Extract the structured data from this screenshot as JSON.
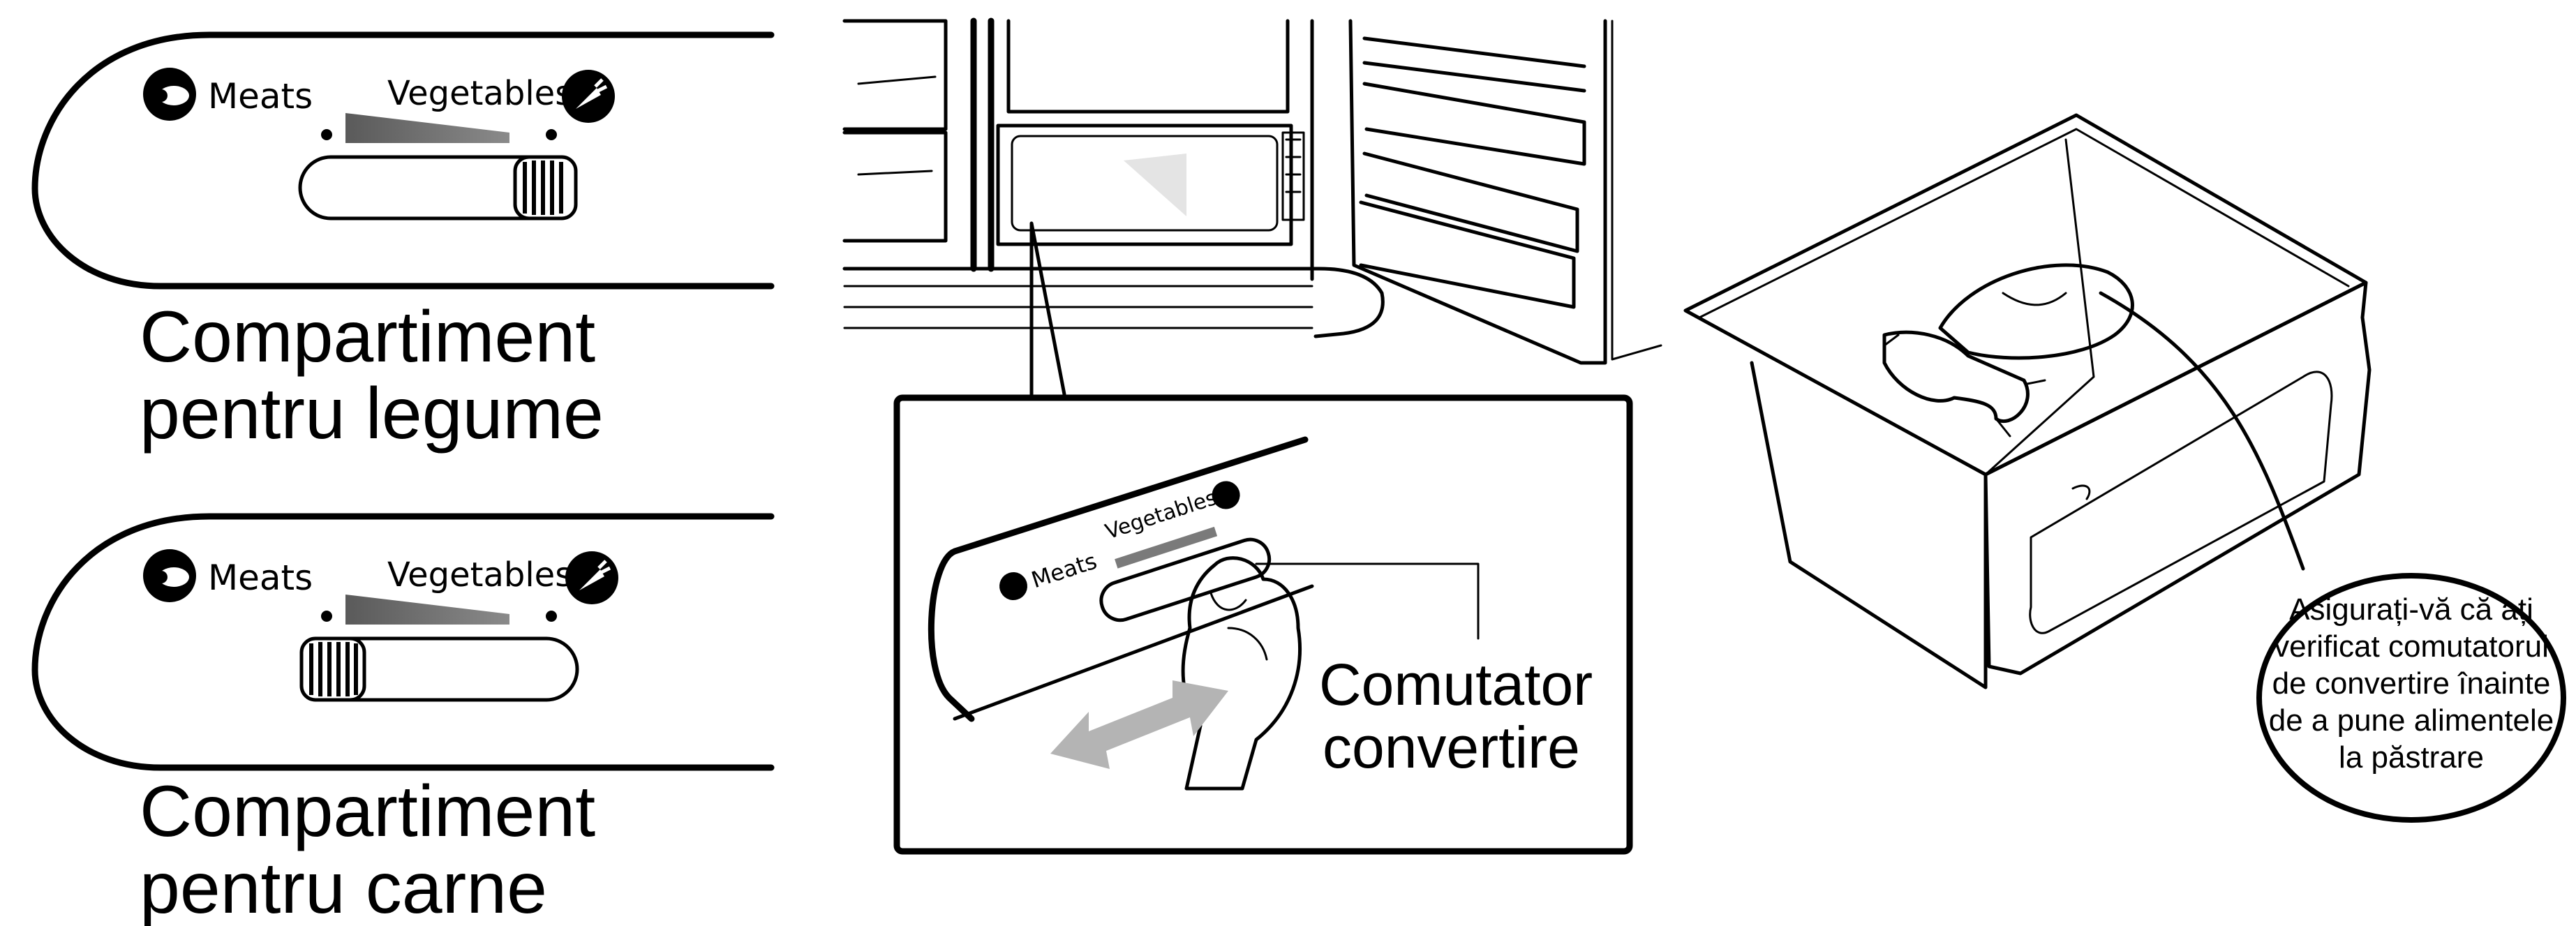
{
  "panels": [
    {
      "meats_label": "Meats",
      "vegetables_label": "Vegetables",
      "caption_line1": "Compartiment",
      "caption_line2": "pentru legume",
      "switch_position": "right"
    },
    {
      "meats_label": "Meats",
      "vegetables_label": "Vegetables",
      "caption_line1": "Compartiment",
      "caption_line2": "pentru carne",
      "switch_position": "left"
    }
  ],
  "closeup": {
    "meats_label": "Meats",
    "vegetables_label": "Vegetables",
    "callout_line1": "Comutator",
    "callout_line2": "convertire"
  },
  "bubble": {
    "lines": [
      "Asigurați-vă că ați",
      "verificat comutatorul",
      "de convertire înainte",
      "de a pune alimentele",
      "la păstrare"
    ]
  },
  "icons": [
    "meat-icon",
    "carrot-icon",
    "fish-icon",
    "hand-icon",
    "double-arrow-icon"
  ],
  "colors": {
    "ink": "#000000",
    "bar": "#6e6e6e",
    "arrow": "#b4b4b4"
  }
}
